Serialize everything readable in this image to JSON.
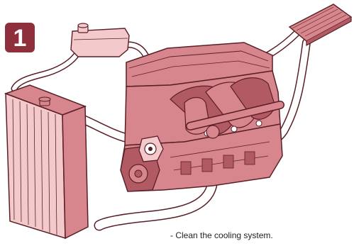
{
  "step": {
    "number": "1"
  },
  "caption": {
    "text": "- Clean the cooling system."
  },
  "colors": {
    "engine_fill": "#d8868d",
    "engine_dark": "#b25a63",
    "outline": "#5a1f26",
    "hose_fill": "#ffffff",
    "tank_fill": "#f3c9cc",
    "badge": "#8e2f3b"
  },
  "components": [
    {
      "name": "expansion-tank",
      "icon": "expansion-tank-icon"
    },
    {
      "name": "engine-block",
      "icon": "engine-block-icon"
    },
    {
      "name": "radiator",
      "icon": "radiator-icon"
    },
    {
      "name": "heater-core",
      "icon": "heater-core-icon"
    },
    {
      "name": "water-pump",
      "icon": "water-pump-icon"
    },
    {
      "name": "coolant-hoses",
      "icon": "hose-icon"
    }
  ]
}
